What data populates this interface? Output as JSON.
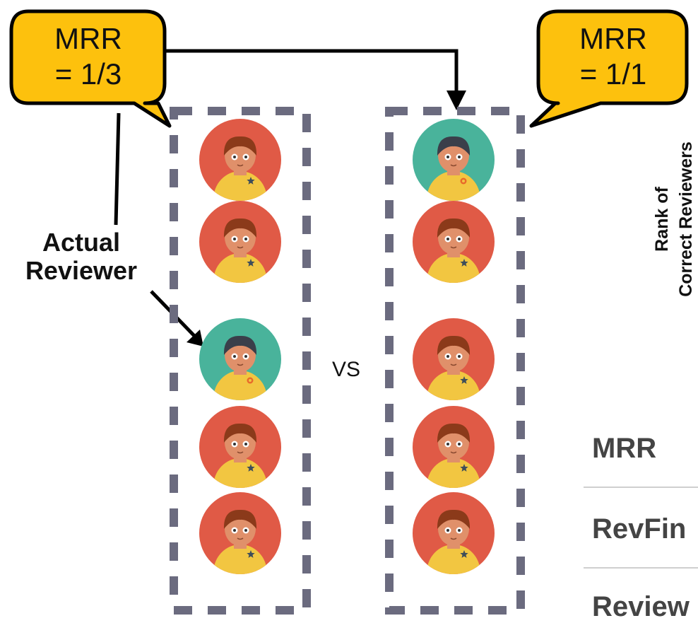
{
  "callouts": {
    "left": {
      "line1": "MRR",
      "line2": "= 1/3"
    },
    "right": {
      "line1": "MRR",
      "line2": "= 1/1"
    }
  },
  "actual_reviewer_label": {
    "line1": "Actual",
    "line2": "Reviewer"
  },
  "vs_label": "VS",
  "rank_axis": {
    "line1": "Rank of",
    "line2": "Correct Reviewers"
  },
  "table": {
    "header": "MRR",
    "rows": [
      "RevFin",
      "Review"
    ]
  },
  "left_column": [
    "red",
    "red",
    "teal",
    "red",
    "red"
  ],
  "right_column": [
    "teal",
    "red",
    "red",
    "red",
    "red"
  ],
  "colors": {
    "callout_fill": "#FDC10D",
    "dash_border": "#6B6B7F",
    "avatar_red": "#E05A46",
    "avatar_teal": "#49B39B",
    "skin": "#E0906A",
    "hair_red": "#8B3A1A",
    "hair_teal": "#3A3F4A",
    "shirt": "#F2C641",
    "star": "#3E4E5A"
  }
}
